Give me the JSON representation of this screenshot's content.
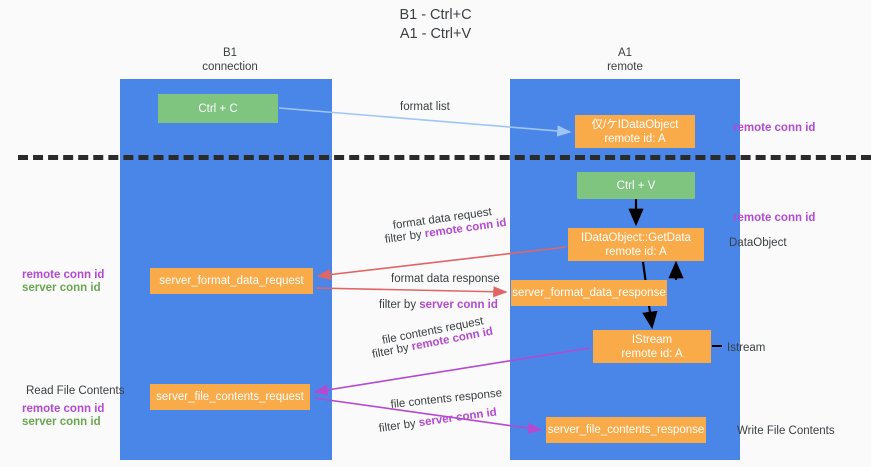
{
  "title": {
    "line1": "B1 - Ctrl+C",
    "line2": "A1 - Ctrl+V"
  },
  "columns": [
    {
      "name": "B1",
      "role": "connection",
      "color": "#4a86e8"
    },
    {
      "name": "A1",
      "role": "remote",
      "color": "#4a86e8"
    }
  ],
  "colors": {
    "lane": "#4a86e8",
    "green_node": "#7fc47f",
    "orange_node": "#f9aa49",
    "purple_text": "#b44ad0",
    "green_text": "#6aa84f",
    "arrow_blue": "#9fc5f8",
    "arrow_black": "#000000",
    "arrow_red": "#e06666",
    "arrow_purple": "#b44ad0",
    "divider": "#2b2b2b",
    "background": "#fafafa"
  },
  "nodes": {
    "ctrl_c": {
      "label": "Ctrl + C",
      "kind": "green"
    },
    "idataobject": {
      "line1": "仅/ケIDataObject",
      "line2": "remote id: A",
      "kind": "orange"
    },
    "ctrl_v": {
      "label": "Ctrl + V",
      "kind": "green"
    },
    "getdata": {
      "line1": "IDataObject::GetData",
      "line2": "remote id: A",
      "kind": "orange"
    },
    "server_format_data_request": {
      "label": "server_format_data_request",
      "kind": "orange"
    },
    "server_format_data_response": {
      "label": "server_format_data_response",
      "kind": "orange"
    },
    "istream": {
      "line1": "IStream",
      "line2": "remote id: A",
      "kind": "orange"
    },
    "server_file_contents_request": {
      "label": "server_file_contents_request",
      "kind": "orange"
    },
    "server_file_contents_response": {
      "label": "server_file_contents_response",
      "kind": "orange"
    }
  },
  "edge_labels": {
    "format_list": "format list",
    "format_data_request": "format data request",
    "format_data_request_filter_prefix": "filter by ",
    "format_data_request_filter_key": "remote conn id",
    "format_data_response": "format data response",
    "format_data_response_filter_prefix": "filter by ",
    "format_data_response_filter_key": "server conn id",
    "file_contents_request": "file contents request",
    "file_contents_request_filter_prefix": "filter by ",
    "file_contents_request_filter_key": "remote conn id",
    "file_contents_response": "file contents response",
    "file_contents_response_filter_prefix": "filter by ",
    "file_contents_response_filter_key": "server conn id"
  },
  "side_labels": {
    "right_remote_conn_id_top": "remote conn id",
    "right_remote_conn_id_mid": "remote conn id",
    "right_dataobject": "DataObject",
    "right_istream": "Istream",
    "right_write_file_contents": "Write File Contents",
    "left_remote_conn_id_top": "remote conn id",
    "left_server_conn_id_top": "server conn id",
    "left_read_file_contents": "Read File Contents",
    "left_remote_conn_id_bottom": "remote conn id",
    "left_server_conn_id_bottom": "server conn id"
  }
}
